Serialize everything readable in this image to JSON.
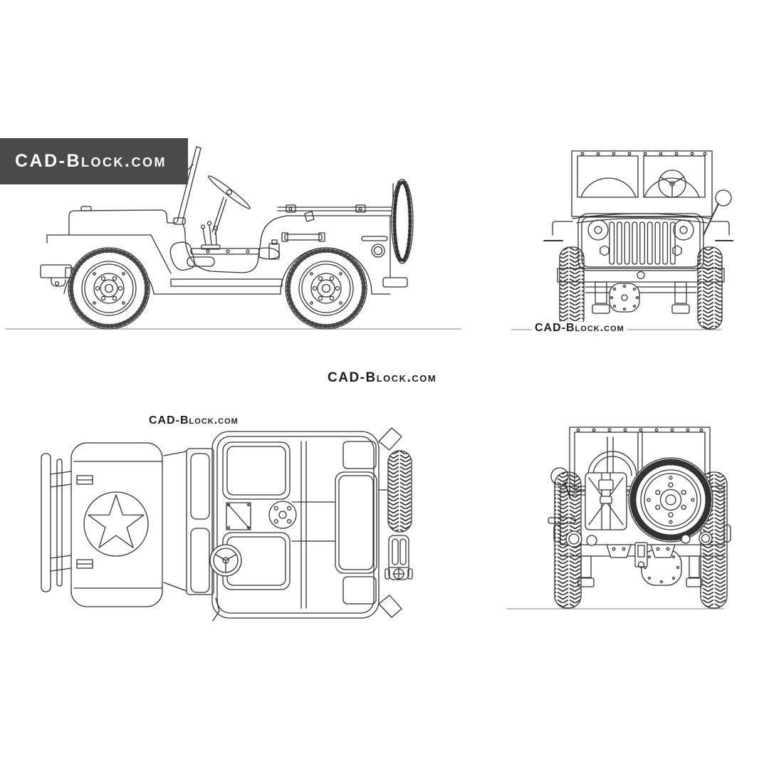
{
  "brand": {
    "logo_text": "CAD-Block.com",
    "banner_background": "#4a4a4a",
    "banner_text_color": "#ffffff"
  },
  "watermarks": {
    "center": "CAD-Block.com",
    "above_top_view": "CAD-Block.com",
    "below_front_view": "CAD-Block.com"
  },
  "drawing": {
    "background": "#ffffff",
    "line_color": "#333333",
    "ground_line_color": "#999999"
  }
}
